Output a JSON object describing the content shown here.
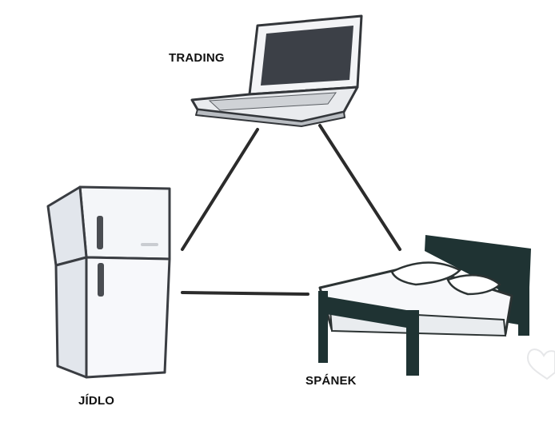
{
  "diagram": {
    "nodes": [
      {
        "id": "laptop",
        "icon": "laptop-icon",
        "label": "TRADING"
      },
      {
        "id": "fridge",
        "icon": "fridge-icon",
        "label": "JÍDLO"
      },
      {
        "id": "bed",
        "icon": "bed-icon",
        "label": "SPÁNEK"
      }
    ],
    "edges": [
      {
        "from": "laptop",
        "to": "fridge"
      },
      {
        "from": "laptop",
        "to": "bed"
      },
      {
        "from": "fridge",
        "to": "bed"
      }
    ]
  },
  "colors": {
    "line": "#2b2b2b",
    "bed_frame": "#1f3333",
    "appliance_body": "#f4f6f9",
    "appliance_outline": "#3a3d42",
    "screen": "#3c4047"
  }
}
